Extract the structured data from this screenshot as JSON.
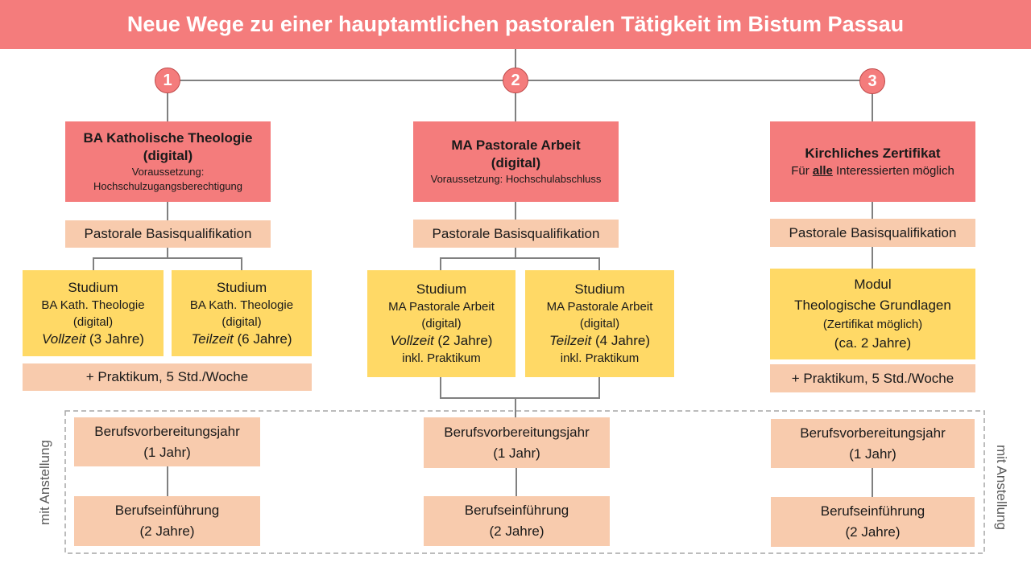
{
  "title": "Neue Wege zu einer hauptamtlichen pastoralen Tätigkeit im Bistum Passau",
  "side_label": "mit Anstellung",
  "badges": [
    "1",
    "2",
    "3"
  ],
  "paths": [
    {
      "header": {
        "title": "BA Katholische Theologie",
        "subtitle": "(digital)",
        "req1": "Voraussetzung:",
        "req2": "Hochschulzugangsberechtigung"
      },
      "basis": "Pastorale Basisqualifikation",
      "study": [
        {
          "title": "Studium",
          "line2": "BA Kath. Theologie",
          "line3": "(digital)",
          "mode": "Vollzeit",
          "duration": " (3 Jahre)"
        },
        {
          "title": "Studium",
          "line2": "BA Kath. Theologie",
          "line3": "(digital)",
          "mode": "Teilzeit",
          "duration": " (6 Jahre)"
        }
      ],
      "praktikum": "+ Praktikum, 5 Std./Woche",
      "prep": {
        "line1": "Berufsvorbereitungsjahr",
        "line2": "(1 Jahr)"
      },
      "intro": {
        "line1": "Berufseinführung",
        "line2": "(2 Jahre)"
      }
    },
    {
      "header": {
        "title": "MA Pastorale Arbeit",
        "subtitle": "(digital)",
        "req": "Voraussetzung: Hochschulabschluss"
      },
      "basis": "Pastorale Basisqualifikation",
      "study": [
        {
          "title": "Studium",
          "line2": "MA Pastorale Arbeit",
          "line3": "(digital)",
          "mode": "Vollzeit",
          "duration": " (2 Jahre)",
          "extra": "inkl. Praktikum"
        },
        {
          "title": "Studium",
          "line2": "MA Pastorale Arbeit",
          "line3": "(digital)",
          "mode": "Teilzeit",
          "duration": " (4 Jahre)",
          "extra": "inkl. Praktikum"
        }
      ],
      "prep": {
        "line1": "Berufsvorbereitungsjahr",
        "line2": "(1 Jahr)"
      },
      "intro": {
        "line1": "Berufseinführung",
        "line2": "(2 Jahre)"
      }
    },
    {
      "header": {
        "title": "Kirchliches Zertifikat",
        "sub_pre": "Für ",
        "sub_em": "alle",
        "sub_post": " Interessierten möglich"
      },
      "basis": "Pastorale Basisqualifikation",
      "module": {
        "line1": "Modul",
        "line2": "Theologische Grundlagen",
        "line3": "(Zertifikat möglich)",
        "line4": "(ca. 2 Jahre)"
      },
      "praktikum": "+ Praktikum, 5 Std./Woche",
      "prep": {
        "line1": "Berufsvorbereitungsjahr",
        "line2": "(1 Jahr)"
      },
      "intro": {
        "line1": "Berufseinführung",
        "line2": "(2 Jahre)"
      }
    }
  ]
}
